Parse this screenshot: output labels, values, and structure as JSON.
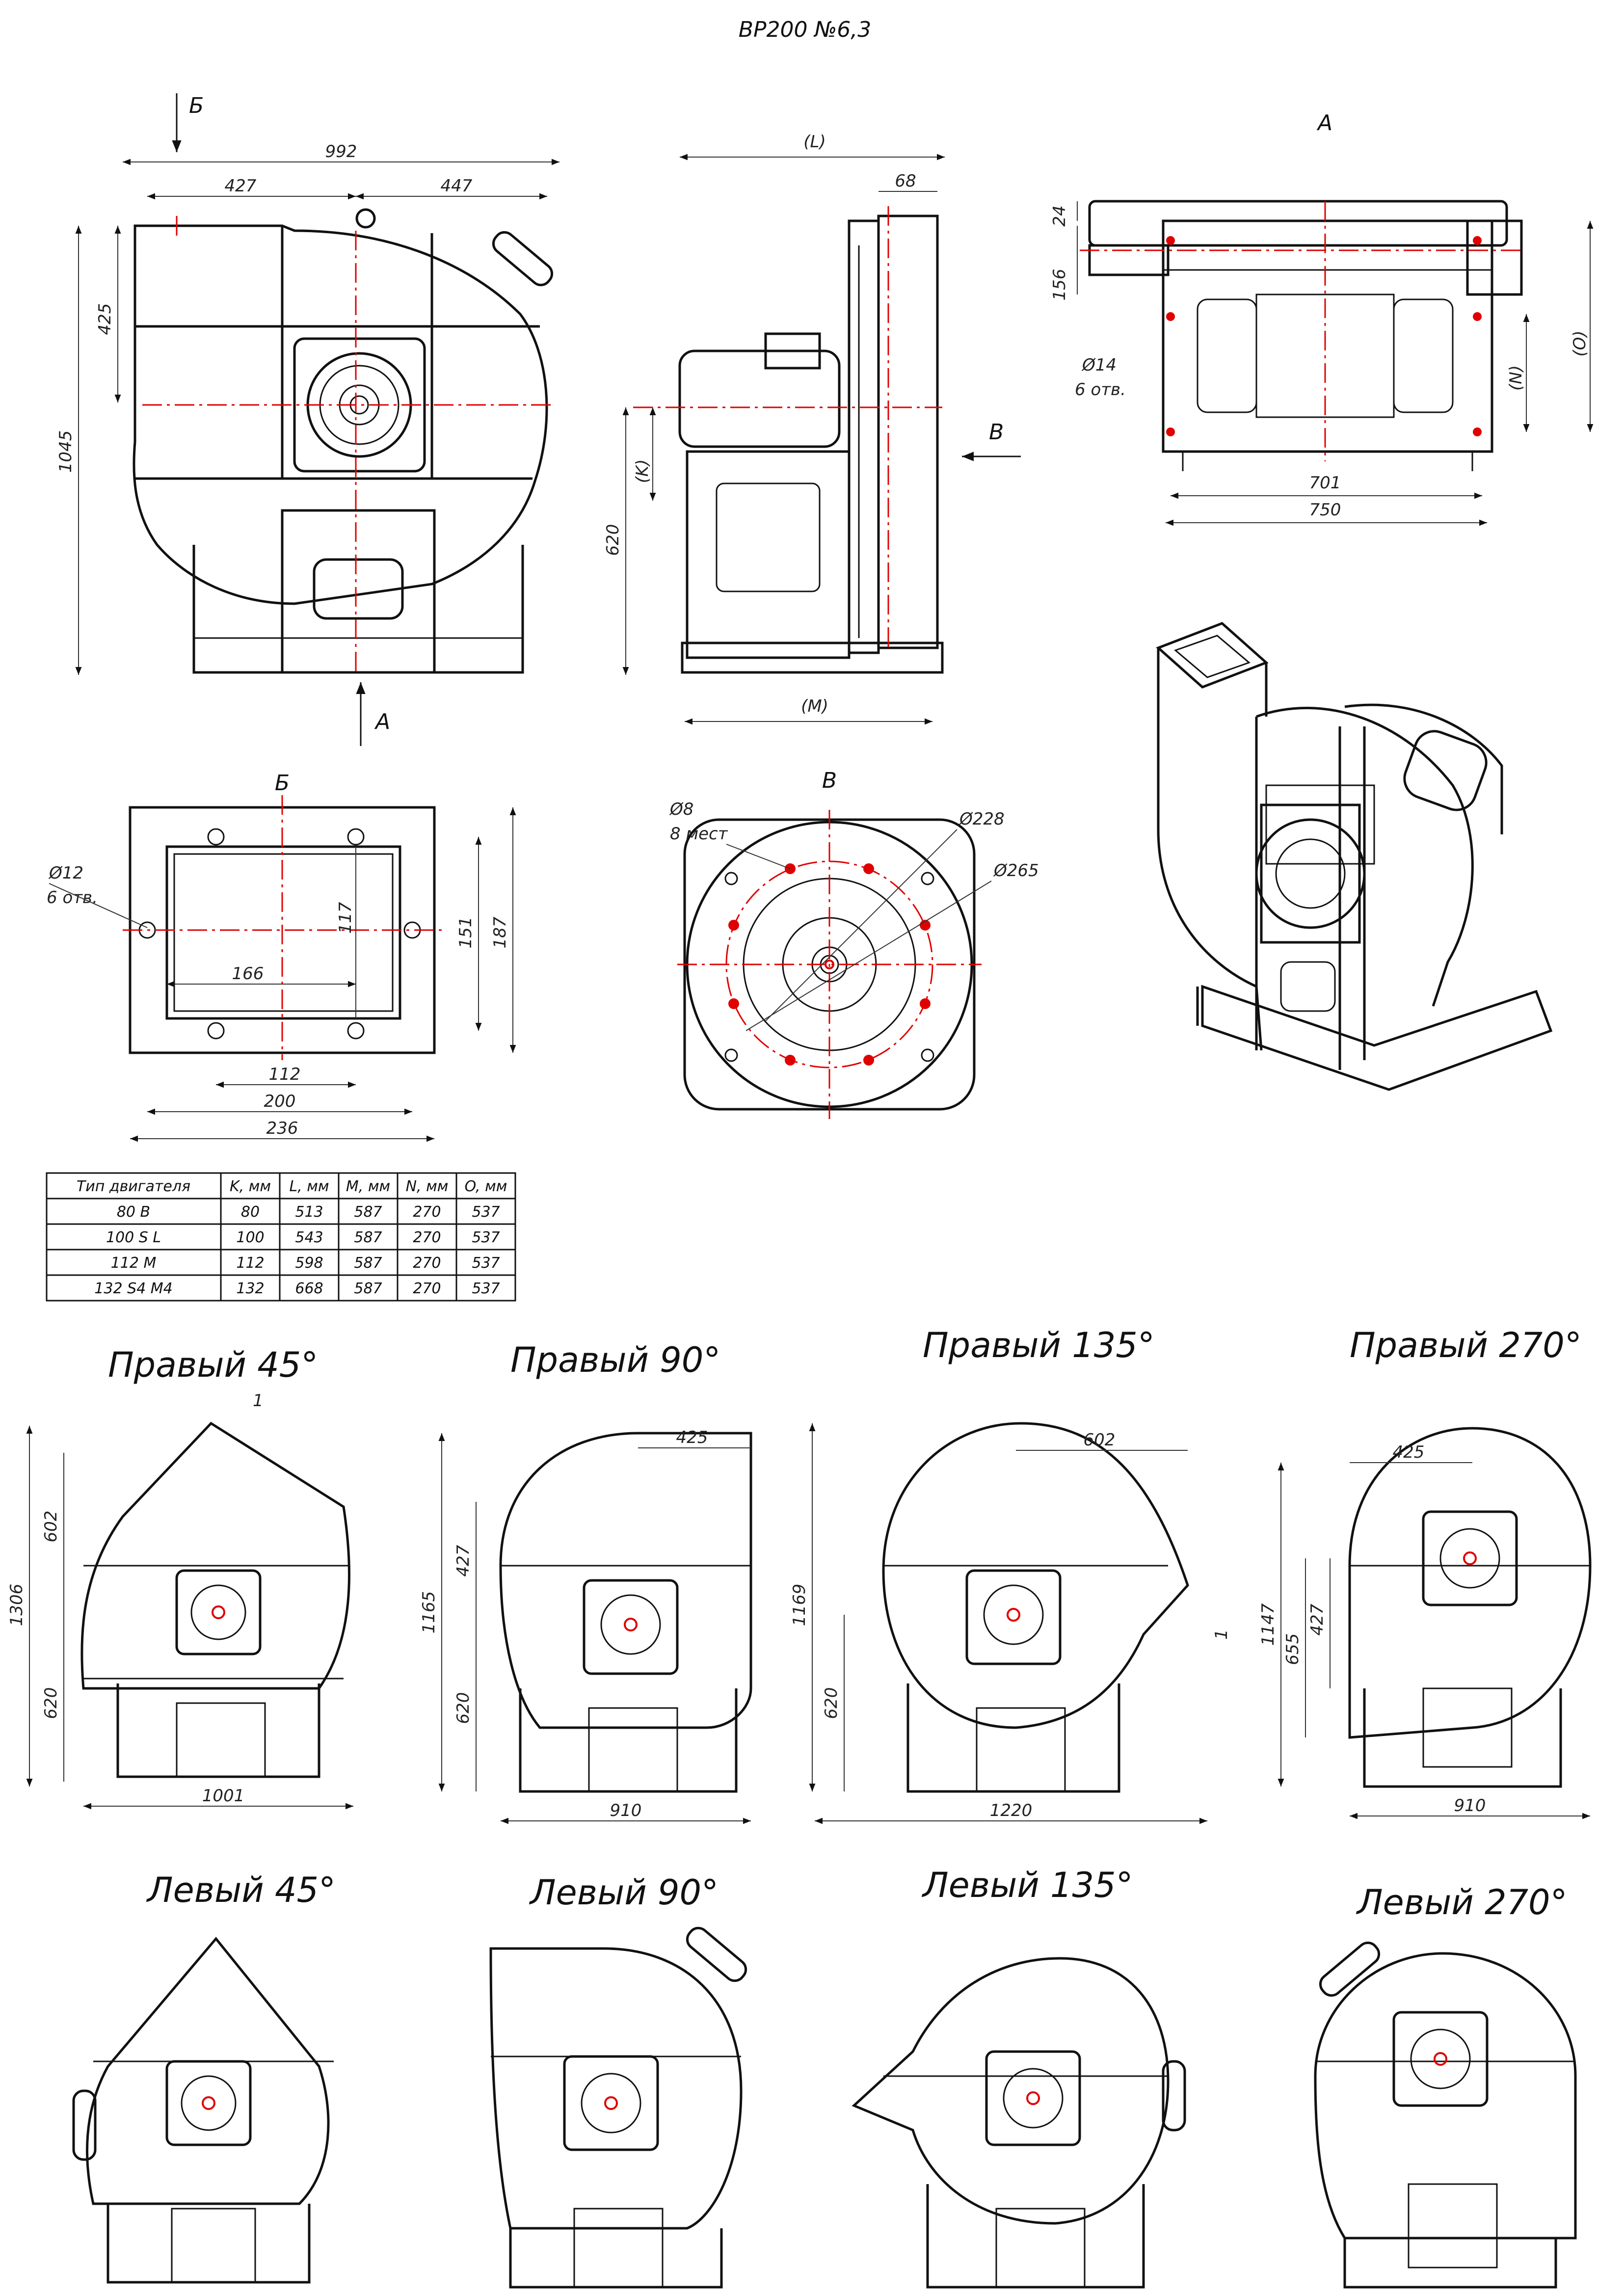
{
  "title": "ВР200 №6,3",
  "view_labels": {
    "a": "А",
    "b": "Б",
    "v": "В"
  },
  "front_view": {
    "dims": {
      "width": "992",
      "left": "427",
      "right": "447",
      "upper": "425",
      "height": "1045"
    }
  },
  "side_view": {
    "dims": {
      "L": "(L)",
      "flange": "68",
      "K": "(K)",
      "base": "620",
      "M": "(M)"
    }
  },
  "top_view": {
    "dims": {
      "d1": "24",
      "d2": "156",
      "hole": "Ø14",
      "hole_count": "6 отв.",
      "N": "(N)",
      "O": "(O)",
      "w1": "701",
      "w2": "750"
    }
  },
  "outlet_view": {
    "dims": {
      "hole": "Ø12",
      "hole_count": "6 отв.",
      "h117": "117",
      "w166": "166",
      "h151": "151",
      "h187": "187",
      "w112": "112",
      "w200": "200",
      "w236": "236"
    }
  },
  "inlet_view": {
    "dims": {
      "hole": "Ø8",
      "hole_count": "8 мест",
      "d228": "Ø228",
      "d265": "Ø265"
    }
  },
  "motor_table": {
    "headers": [
      "Тип двигателя",
      "K, мм",
      "L, мм",
      "M, мм",
      "N, мм",
      "O, мм"
    ],
    "rows": [
      [
        "80 B",
        "80",
        "513",
        "587",
        "270",
        "537"
      ],
      [
        "100 S L",
        "100",
        "543",
        "587",
        "270",
        "537"
      ],
      [
        "112 M",
        "112",
        "598",
        "587",
        "270",
        "537"
      ],
      [
        "132 S4 M4",
        "132",
        "668",
        "587",
        "270",
        "537"
      ]
    ]
  },
  "right_views": [
    {
      "label": "Правый 45°",
      "dims": [
        "1",
        "1306",
        "602",
        "620",
        "1001"
      ]
    },
    {
      "label": "Правый 90°",
      "dims": [
        "425",
        "1165",
        "427",
        "620",
        "910"
      ]
    },
    {
      "label": "Правый 135°",
      "dims": [
        "602",
        "1169",
        "620",
        "1",
        "1220"
      ]
    },
    {
      "label": "Правый 270°",
      "dims": [
        "425",
        "1147",
        "655",
        "427",
        "910"
      ]
    }
  ],
  "left_views": [
    {
      "label": "Левый 45°"
    },
    {
      "label": "Левый 90°"
    },
    {
      "label": "Левый 135°"
    },
    {
      "label": "Левый 270°"
    }
  ]
}
